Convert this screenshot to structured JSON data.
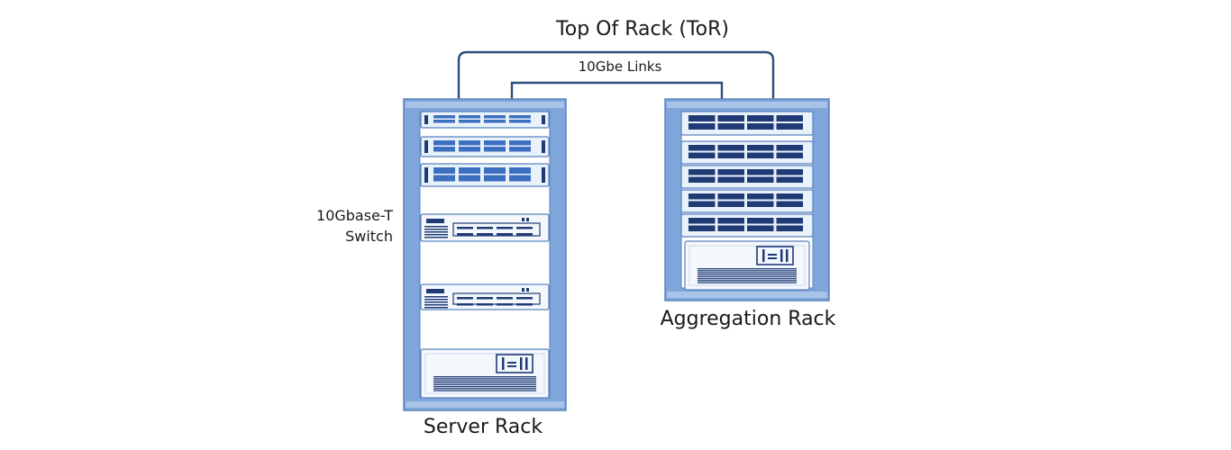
{
  "diagram": {
    "title": "Top Of Rack (ToR)",
    "links_label": "10Gbe Links",
    "switch_label": [
      "10Gbase-T",
      "Switch"
    ],
    "server_rack_label": "Server Rack",
    "aggregation_rack_label": "Aggregation Rack"
  },
  "colors": {
    "rack_frame": "#7fa6db",
    "rack_outline": "#5b82bd",
    "device_face": "#e9f1fb",
    "port_blue": "#3d6fc0",
    "port_dark": "#1f3a75",
    "cable": "#2d4f7c",
    "text": "#1a1a1a"
  },
  "server_rack": {
    "devices": [
      {
        "kind": "server-1u"
      },
      {
        "kind": "server-1u"
      },
      {
        "kind": "server-1u"
      },
      {
        "kind": "switch-1u"
      },
      {
        "kind": "switch-1u"
      },
      {
        "kind": "storage-2u"
      }
    ]
  },
  "aggregation_rack": {
    "devices": [
      {
        "kind": "agg-1u"
      },
      {
        "kind": "agg-1u"
      },
      {
        "kind": "agg-1u"
      },
      {
        "kind": "agg-1u"
      },
      {
        "kind": "agg-1u"
      },
      {
        "kind": "storage-2u"
      }
    ]
  }
}
